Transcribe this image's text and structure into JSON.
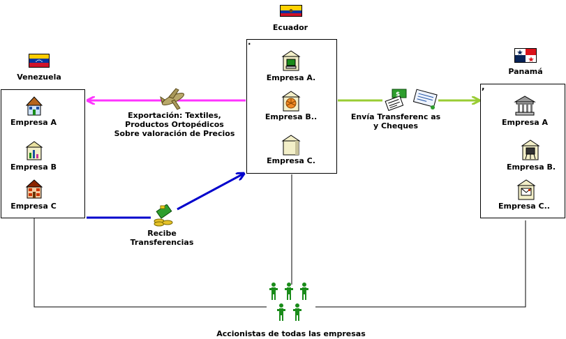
{
  "countries": {
    "venezuela": {
      "name": "Venezuela",
      "companies": [
        "Empresa A",
        "Empresa B",
        "Empresa C"
      ]
    },
    "ecuador": {
      "name": "Ecuador",
      "companies": [
        "Empresa A.",
        "Empresa B..",
        "Empresa C."
      ]
    },
    "panama": {
      "name": "Panamá",
      "companies": [
        "Empresa A",
        "Empresa B.",
        "Empresa C.."
      ]
    }
  },
  "flows": {
    "export": {
      "line1": "Exportación: Textiles,",
      "line2": "Productos Ortopédicos",
      "line3": "Sobre valoración de Precios",
      "color": "#ff33ff",
      "icon": "airplane-icon"
    },
    "receive": {
      "line1": "Recibe",
      "line2": "Transferencias",
      "color": "#0000cc",
      "icon": "money-icon"
    },
    "send": {
      "line1": "Envía Transferenc as",
      "line2": "y Cheques",
      "color": "#99cc33",
      "icon": "checks-icon"
    }
  },
  "shareholders": {
    "label": "Accionistas de todas las empresas",
    "color": "#1a8c1a",
    "icon": "people-icon"
  },
  "box_marks": {
    "ecuador": ".",
    "panama": ","
  }
}
